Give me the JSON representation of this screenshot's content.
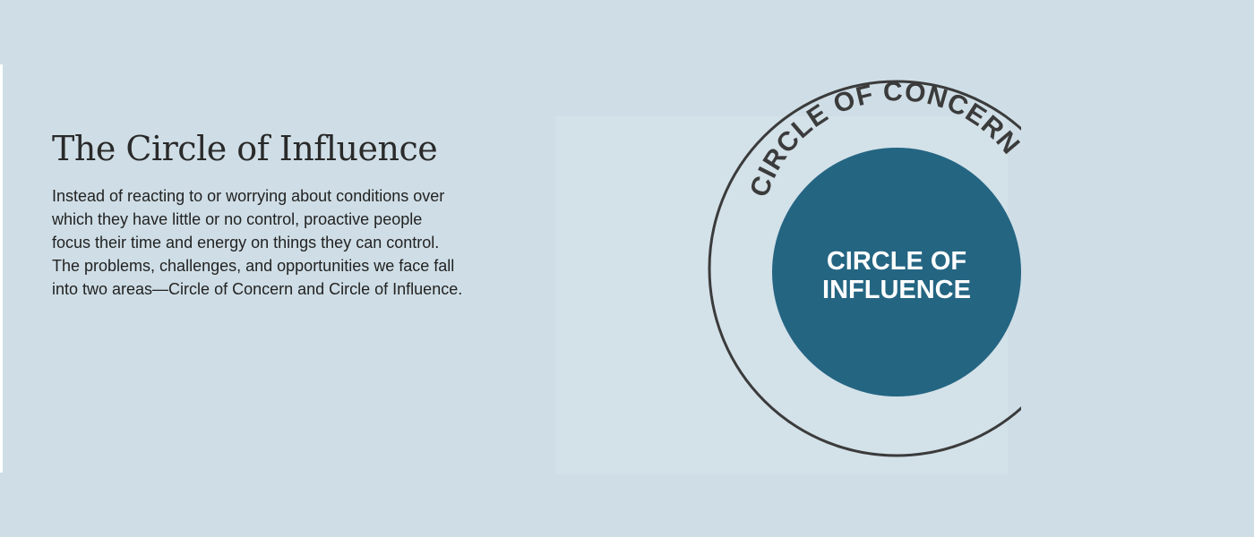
{
  "header": {
    "title": "The Circle of Influence"
  },
  "content": {
    "body": "Instead of reacting to or worrying about conditions over which they have little or no control, proactive people focus their time and energy on things they can control. The problems, challenges, and opportunities we face fall into two areas—Circle of Concern and Circle of Influence."
  },
  "diagram": {
    "outer_label": "CIRCLE OF CONCERN",
    "inner_label_line1": "CIRCLE OF",
    "inner_label_line2": "INFLUENCE",
    "colors": {
      "inner_fill": "#246582",
      "outer_stroke": "#3b3b3b",
      "outer_text": "#3b3b3b",
      "inner_text": "#ffffff"
    }
  }
}
